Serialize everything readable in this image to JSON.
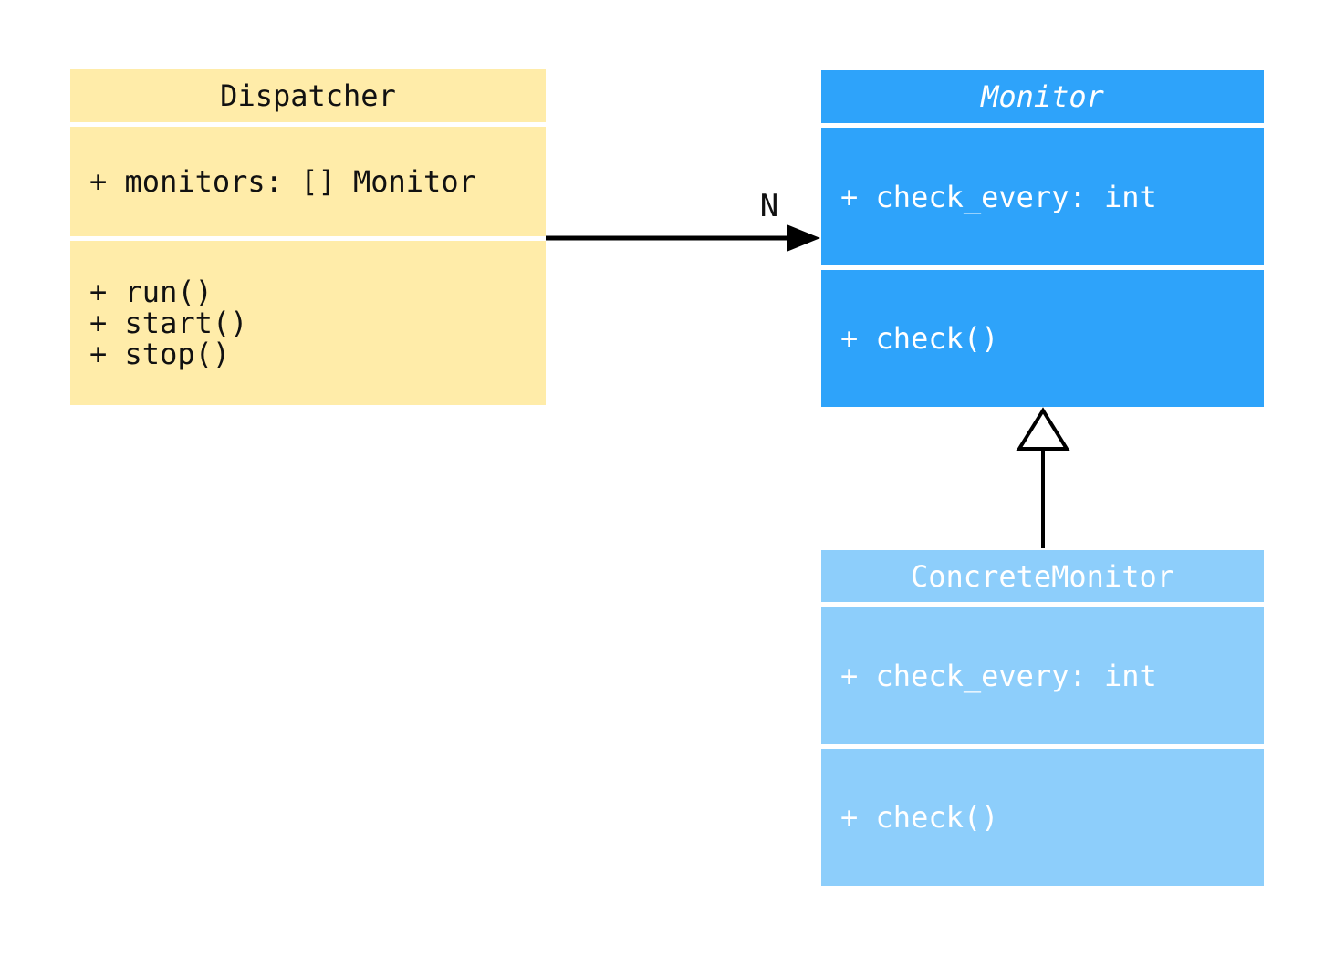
{
  "diagram": {
    "type": "uml-class-diagram",
    "background_color": "#ffffff",
    "classes": [
      {
        "name": "Dispatcher",
        "stereotype": "class",
        "fill": "#FFECA9",
        "text_color": "#111111",
        "attributes": [
          "+ monitors: [] Monitor"
        ],
        "methods": [
          "+ run()",
          "+ start()",
          "+ stop()"
        ]
      },
      {
        "name": "Monitor",
        "stereotype": "abstract",
        "fill": "#2EA3FA",
        "text_color": "#ffffff",
        "attributes": [
          "+ check_every: int"
        ],
        "methods": [
          "+ check()"
        ]
      },
      {
        "name": "ConcreteMonitor",
        "stereotype": "class",
        "fill": "#8DCEFB",
        "text_color": "#ffffff",
        "attributes": [
          "+ check_every: int"
        ],
        "methods": [
          "+ check()"
        ]
      }
    ],
    "edges": [
      {
        "type": "association",
        "from": "Dispatcher",
        "to": "Monitor",
        "label": "N",
        "arrowhead": "filled-arrow",
        "color": "#000000"
      },
      {
        "type": "inheritance",
        "from": "ConcreteMonitor",
        "to": "Monitor",
        "label": "",
        "arrowhead": "hollow-triangle",
        "color": "#000000"
      }
    ]
  }
}
